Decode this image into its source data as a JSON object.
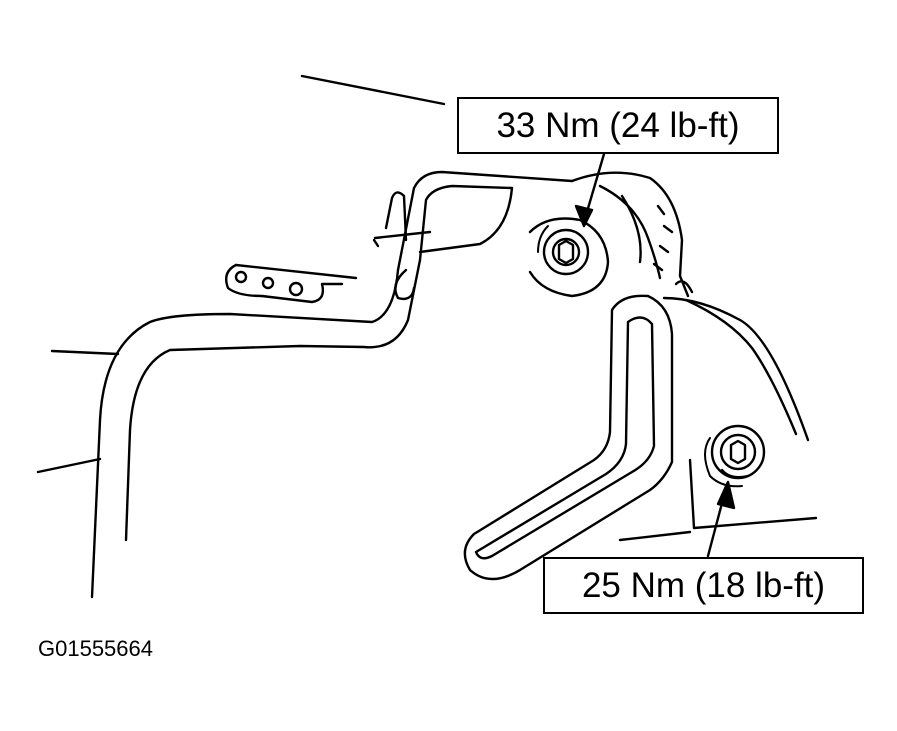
{
  "callouts": {
    "upper_bolt_torque": "33 Nm (24 lb-ft)",
    "lower_bolt_torque": "25 Nm (18 lb-ft)"
  },
  "figure_id": "G01555664",
  "colors": {
    "ink": "#000000",
    "paper": "#ffffff"
  }
}
